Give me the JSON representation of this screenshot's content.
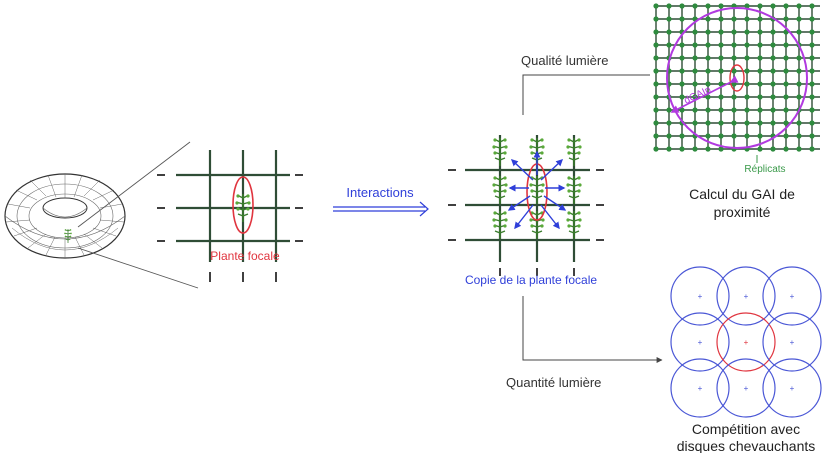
{
  "colors": {
    "red": "#e0353f",
    "blue": "#2f3fd9",
    "green_label": "#3a9a4a",
    "purple": "#b13ae0",
    "grid_dark": "#2f4d36",
    "dot_green": "#2e8b3e",
    "plant": "#3a7d2c",
    "text": "#333333",
    "circle_blue": "#4a57d6"
  },
  "labels": {
    "focal_plant": "Plante focale",
    "interactions": "Interactions",
    "focal_copy": "Copie de la plante focale",
    "light_quality": "Qualité lumière",
    "light_quantity": "Quantité lumière",
    "gai_calc_line1": "Calcul du GAI de",
    "gai_calc_line2": "proximité",
    "replicates": "Réplicats",
    "dgai": "dGAIp",
    "competition_line1": "Compétition avec",
    "competition_line2": "disques chevauchants"
  },
  "icons": {
    "torus": "torus-mesh-icon",
    "plant": "plant-icon",
    "arrow": "double-arrow-icon"
  }
}
